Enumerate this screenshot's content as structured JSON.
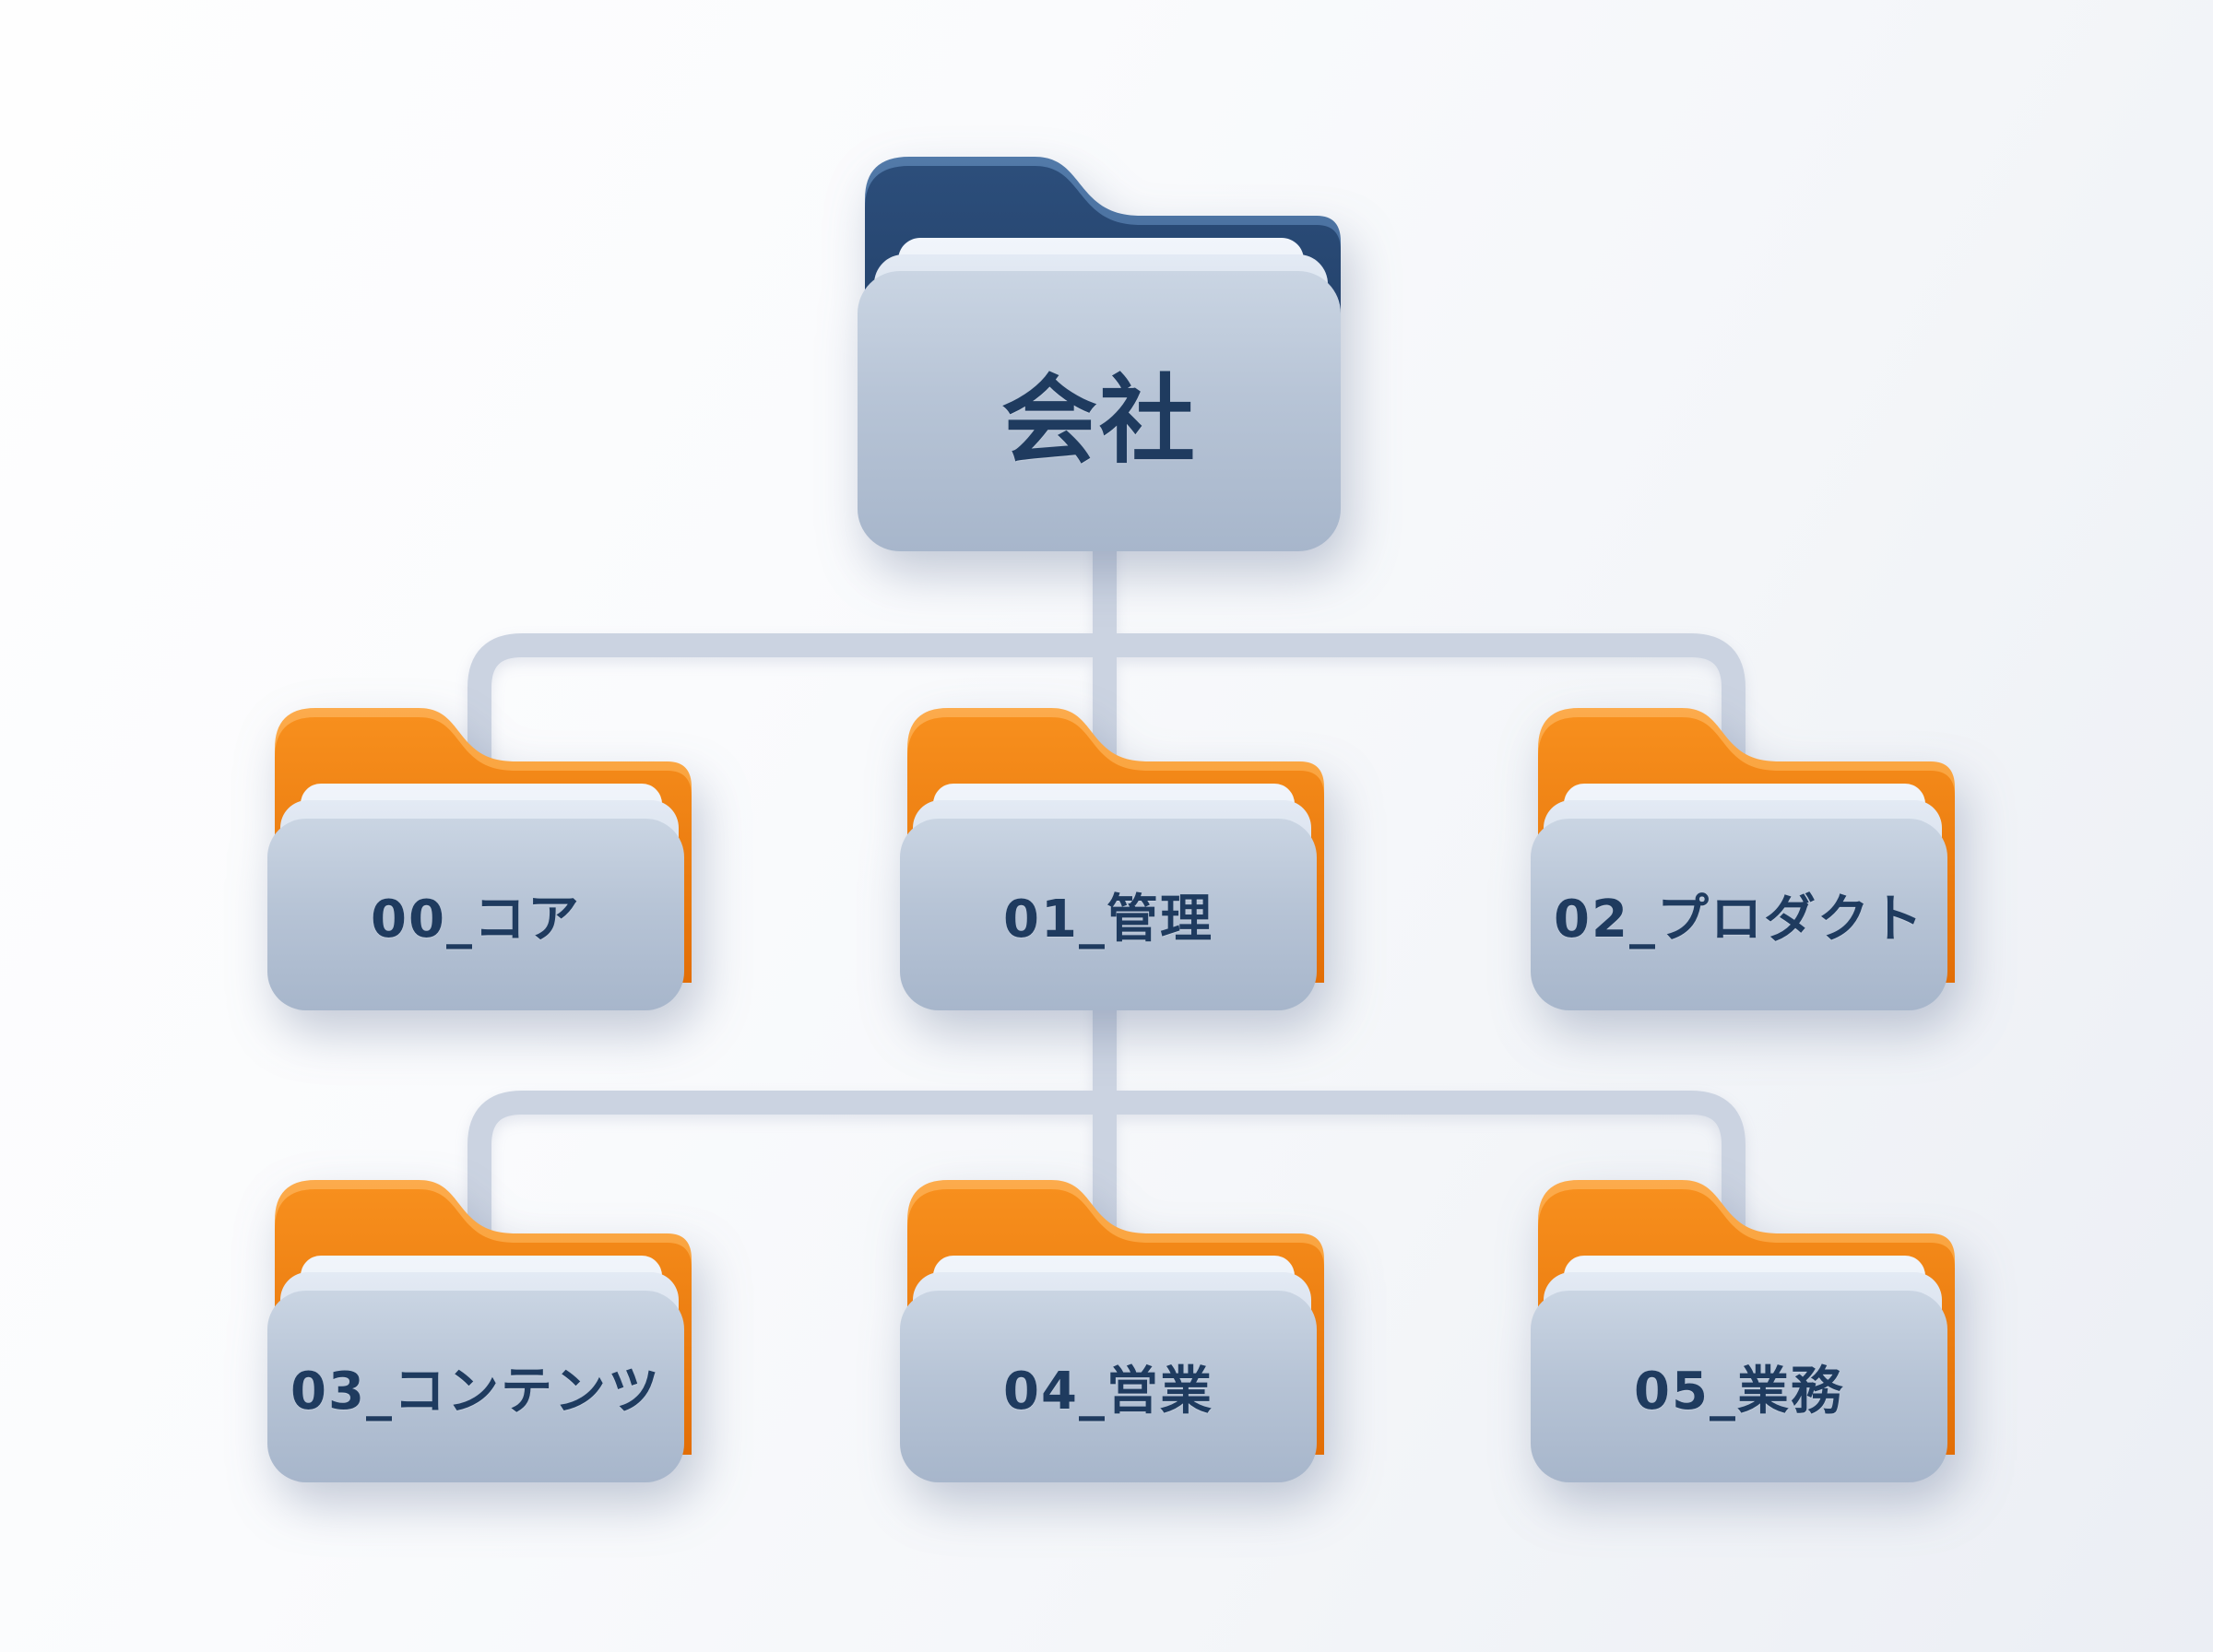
{
  "diagram": {
    "type": "folder-tree",
    "root": {
      "label": "会社"
    },
    "level1_parent": "会社",
    "level1": [
      {
        "label": "00_コア"
      },
      {
        "label": "01_管理"
      },
      {
        "label": "02_プロダクト"
      }
    ],
    "level2_parent": "01_管理",
    "level2": [
      {
        "label": "03_コンテンツ"
      },
      {
        "label": "04_営業"
      },
      {
        "label": "05_業務"
      }
    ]
  },
  "colors": {
    "root_folder_back": "#27466f",
    "child_folder_back": "#f28511",
    "folder_front_panel": "#b5c2d4",
    "folder_inner_sheet": "#e9eef7",
    "connector_line": "#cbd3e1",
    "label_text": "#1f3b5f",
    "background": "#f4f6f9"
  }
}
